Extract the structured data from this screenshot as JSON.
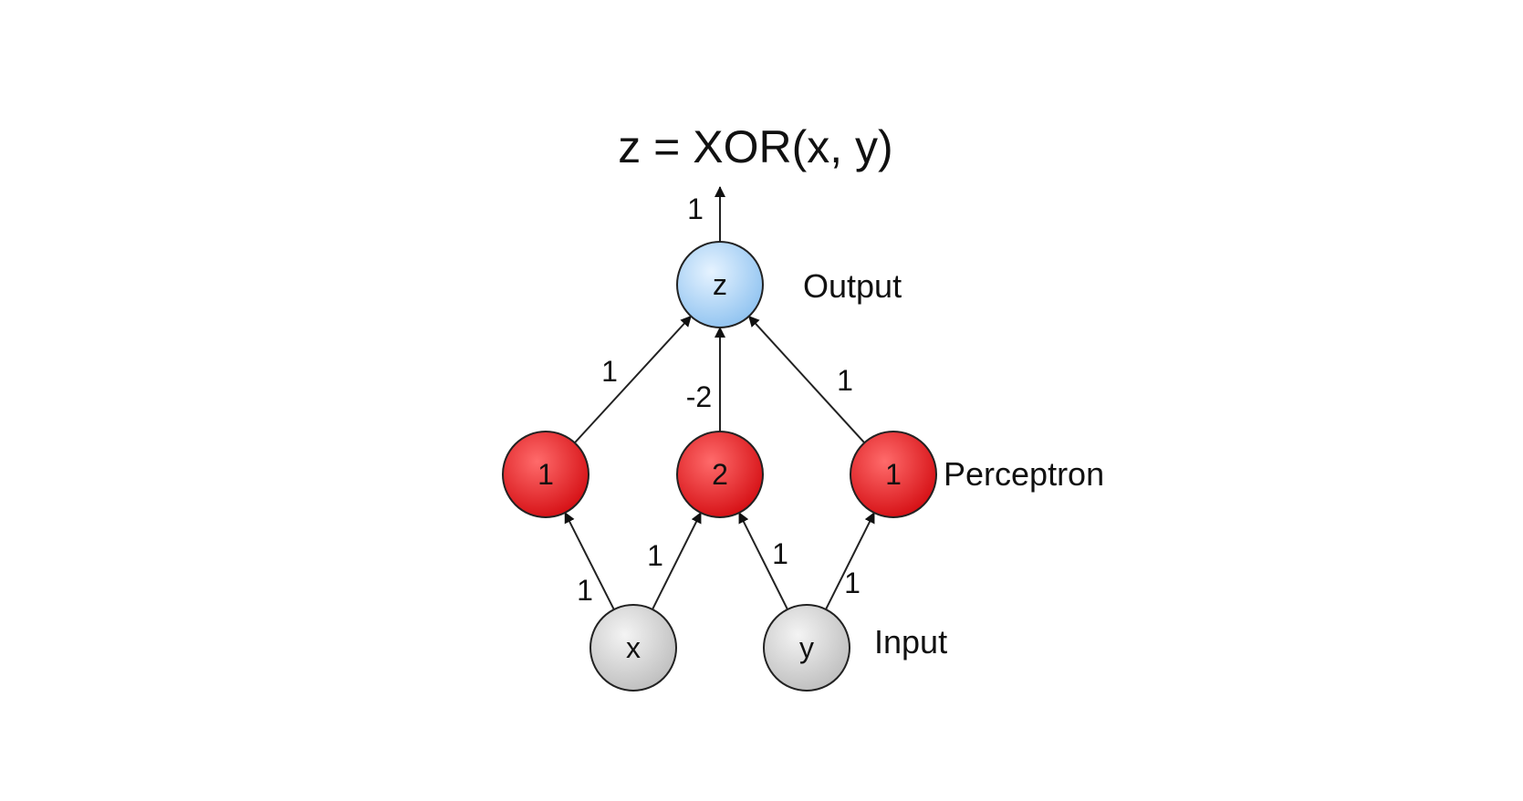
{
  "title": "z = XOR(x, y)",
  "colors": {
    "output_node": "#a9d2f5",
    "hidden_node": "#e3181d",
    "input_node": "#d2d2d2",
    "stroke": "#222222"
  },
  "layers": {
    "output": "Output",
    "hidden": "Perceptron",
    "input": "Input"
  },
  "nodes": [
    {
      "id": "z",
      "label": "z",
      "layer": "output"
    },
    {
      "id": "h1",
      "label": "1",
      "layer": "hidden"
    },
    {
      "id": "h2",
      "label": "2",
      "layer": "hidden"
    },
    {
      "id": "h3",
      "label": "1",
      "layer": "hidden"
    },
    {
      "id": "x",
      "label": "x",
      "layer": "input"
    },
    {
      "id": "y",
      "label": "y",
      "layer": "input"
    }
  ],
  "edges": [
    {
      "from": "z",
      "to": "out",
      "weight": "1"
    },
    {
      "from": "h1",
      "to": "z",
      "weight": "1"
    },
    {
      "from": "h2",
      "to": "z",
      "weight": "-2"
    },
    {
      "from": "h3",
      "to": "z",
      "weight": "1"
    },
    {
      "from": "x",
      "to": "h1",
      "weight": "1"
    },
    {
      "from": "x",
      "to": "h2",
      "weight": "1"
    },
    {
      "from": "y",
      "to": "h2",
      "weight": "1"
    },
    {
      "from": "y",
      "to": "h3",
      "weight": "1"
    }
  ]
}
